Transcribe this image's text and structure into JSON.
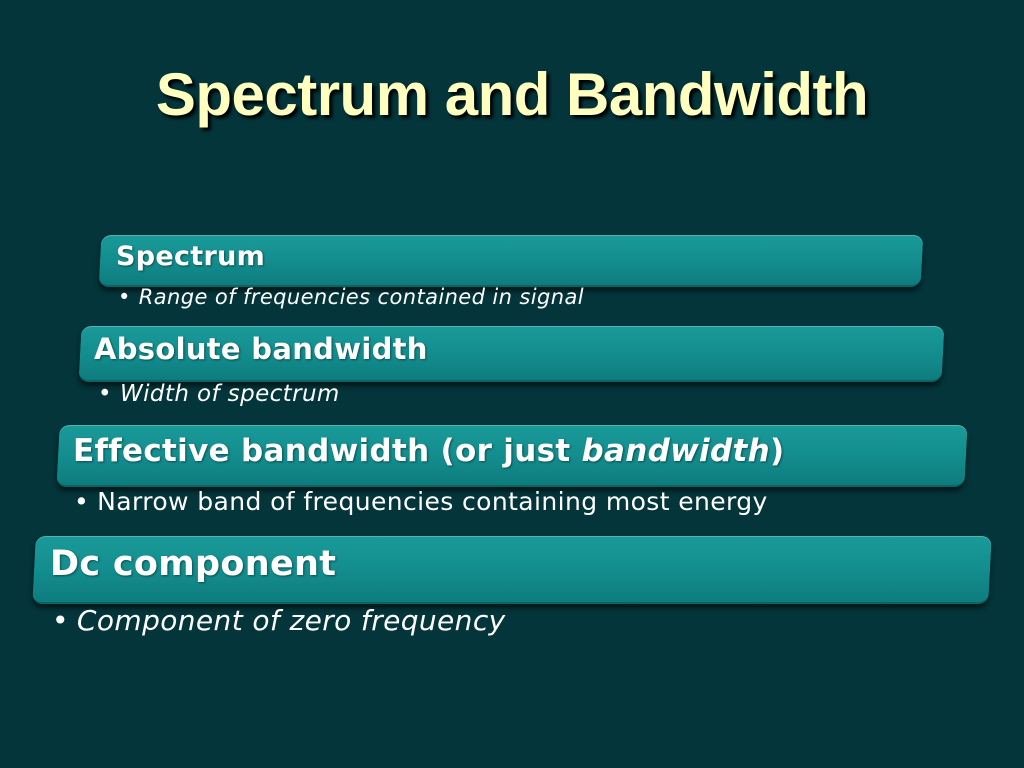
{
  "slide": {
    "title": "Spectrum and Bandwidth"
  },
  "items": [
    {
      "heading": "Spectrum",
      "bullet": "Range of frequencies contained in signal"
    },
    {
      "heading": "Absolute bandwidth",
      "bullet": "Width of spectrum"
    },
    {
      "heading_prefix": "Effective bandwidth (or just ",
      "heading_emphasis": "bandwidth",
      "heading_suffix": ")",
      "bullet": "Narrow band of frequencies containing most energy"
    },
    {
      "heading": "Dc component",
      "bullet": "Component of zero frequency"
    }
  ],
  "colors": {
    "background": "#03353a",
    "title": "#ffffc0",
    "bar": "#138c8d",
    "text": "#ffffff"
  }
}
